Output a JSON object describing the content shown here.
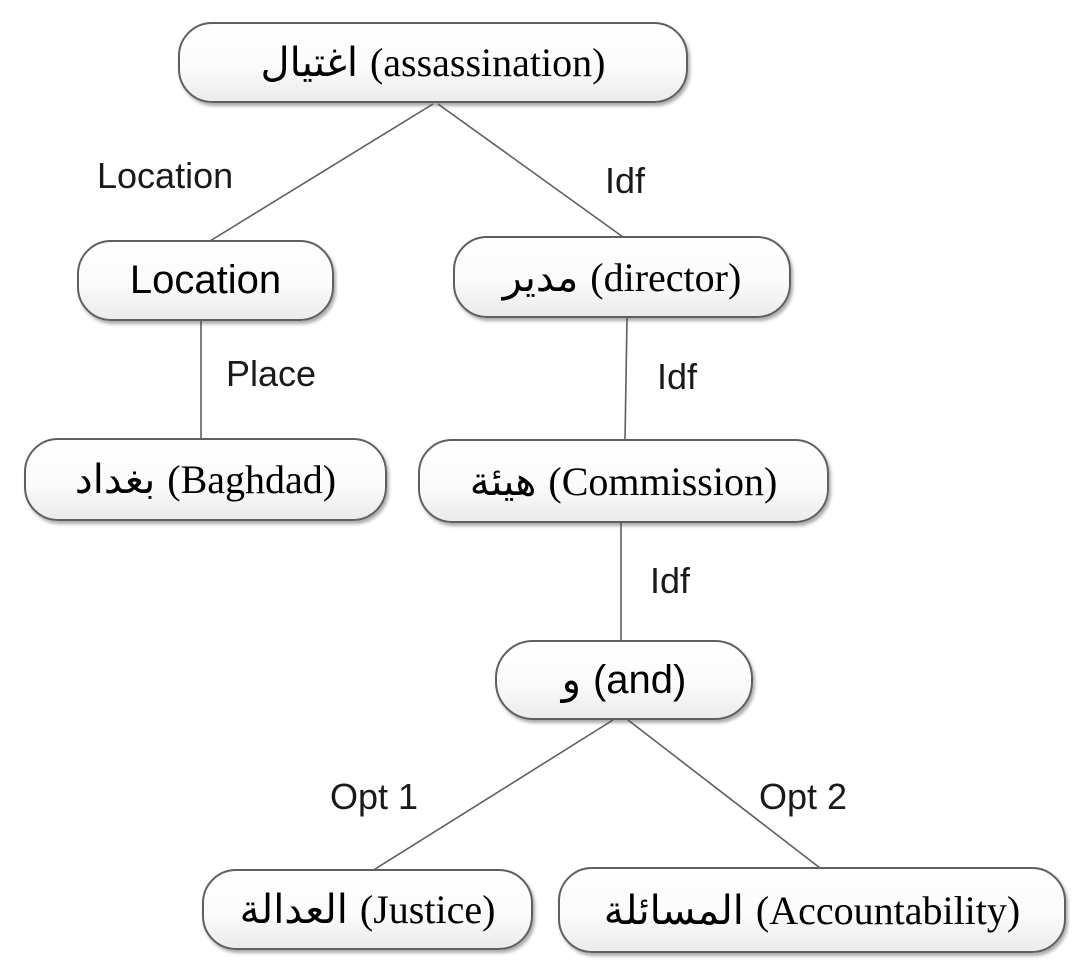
{
  "diagram": {
    "type": "dependency-tree",
    "background": "#ffffff",
    "node_border_color": "#5f5f5f",
    "node_fill_top": "#ffffff",
    "node_fill_bottom": "#ebebeb",
    "edge_line_color": "#5f5f5f",
    "text_color": "#000000"
  },
  "nodes": {
    "assassination": {
      "arabic": "اغتيال",
      "gloss": "(assassination)"
    },
    "location": {
      "label": "Location"
    },
    "director": {
      "arabic": "مدير",
      "gloss": "(director)"
    },
    "baghdad": {
      "arabic": "بغداد",
      "gloss": "(Baghdad)"
    },
    "commission": {
      "arabic": "هيئة",
      "gloss": "(Commission)"
    },
    "and": {
      "arabic": "و",
      "gloss": "(and)"
    },
    "justice": {
      "arabic": "العدالة",
      "gloss": "(Justice)"
    },
    "accountability": {
      "arabic": "المسائلة",
      "gloss": "(Accountability)"
    }
  },
  "tree": {
    "root": "اغتيال (assassination)",
    "edges": [
      {
        "from": "اغتيال (assassination)",
        "label": "Location",
        "to": "Location"
      },
      {
        "from": "اغتيال (assassination)",
        "label": "Idf",
        "to": "مدير (director)"
      },
      {
        "from": "Location",
        "label": "Place",
        "to": "بغداد (Baghdad)"
      },
      {
        "from": "مدير (director)",
        "label": "Idf",
        "to": "هيئة (Commission)"
      },
      {
        "from": "هيئة (Commission)",
        "label": "Idf",
        "to": "و (and)"
      },
      {
        "from": "و (and)",
        "label": "Opt 1",
        "to": "العدالة (Justice)"
      },
      {
        "from": "و (and)",
        "label": "Opt 2",
        "to": "المسائلة (Accountability)"
      }
    ]
  }
}
